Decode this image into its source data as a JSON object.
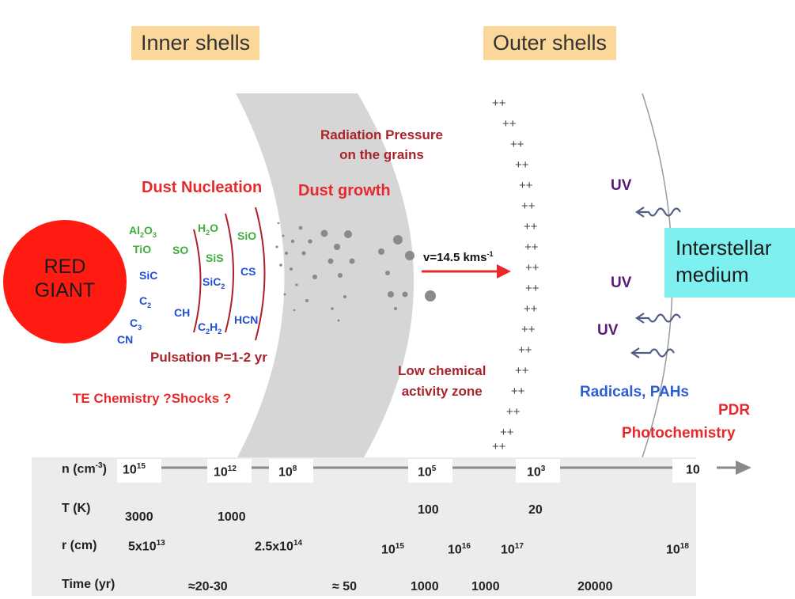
{
  "headers": {
    "inner": "Inner shells",
    "outer": "Outer shells"
  },
  "star": {
    "line1": "RED",
    "line2": "GIANT"
  },
  "ism": {
    "line1": "Interstellar",
    "line2": "medium"
  },
  "labels": {
    "dust_nucleation": "Dust Nucleation",
    "dust_growth": "Dust growth",
    "radiation_pressure_1": "Radiation Pressure",
    "radiation_pressure_2": "on the grains",
    "velocity": "v=14.5 kms",
    "velocity_exp": "-1",
    "pulsation": "Pulsation P=1-2 yr",
    "te_chemistry": "TE Chemistry ?Shocks ?",
    "low_chem_1": "Low chemical",
    "low_chem_2": "activity zone",
    "uv": "UV",
    "radicals": "Radicals, PAHs",
    "pdr": "PDR",
    "photochem": "Photochemistry",
    "plus_mark": "++"
  },
  "molecules": {
    "al2o3": [
      "Al",
      "2",
      "O",
      "3"
    ],
    "tio": "TiO",
    "sic": "SiC",
    "c2": [
      "C",
      "2"
    ],
    "c3": [
      "C",
      "3"
    ],
    "cn": "CN",
    "so": "SO",
    "h2o": [
      "H",
      "2",
      "O"
    ],
    "sis": "SiS",
    "sic2": [
      "SiC",
      "2"
    ],
    "ch": "CH",
    "c2h2": [
      "C",
      "2",
      "H",
      "2"
    ],
    "sio": "SiO",
    "cs": "CS",
    "hcn": "HCN"
  },
  "table": {
    "rows": {
      "n": {
        "label": "n (cm",
        "label_exp": "-3",
        "label_end": ")"
      },
      "T": {
        "label": "T (K)"
      },
      "r": {
        "label": "r (cm)"
      },
      "time": {
        "label": "Time (yr)"
      }
    },
    "n_values": [
      {
        "base": "10",
        "exp": "15"
      },
      {
        "base": "10",
        "exp": "12"
      },
      {
        "base": "10",
        "exp": "8"
      },
      {
        "base": "10",
        "exp": "5"
      },
      {
        "base": "10",
        "exp": "3"
      },
      {
        "base": "10",
        "exp": ""
      }
    ],
    "T_values": [
      "3000",
      "1000",
      "100",
      "20"
    ],
    "r_values": [
      {
        "base": "5x10",
        "exp": "13"
      },
      {
        "base": "2.5x10",
        "exp": "14"
      },
      {
        "base": "10",
        "exp": "15"
      },
      {
        "base": "10",
        "exp": "16"
      },
      {
        "base": "10",
        "exp": "17"
      },
      {
        "base": "10",
        "exp": "18"
      }
    ],
    "time_values": [
      "≈20-30",
      "≈ 50",
      "1000",
      "1000",
      "20000"
    ]
  },
  "colors": {
    "star": "#ff1a12",
    "shell": "#d6d6d6",
    "ism_box": "#7ff0f0",
    "header_bg": "#fbd79a",
    "table_bg": "#ececec",
    "arrow_red": "#e8292b"
  }
}
